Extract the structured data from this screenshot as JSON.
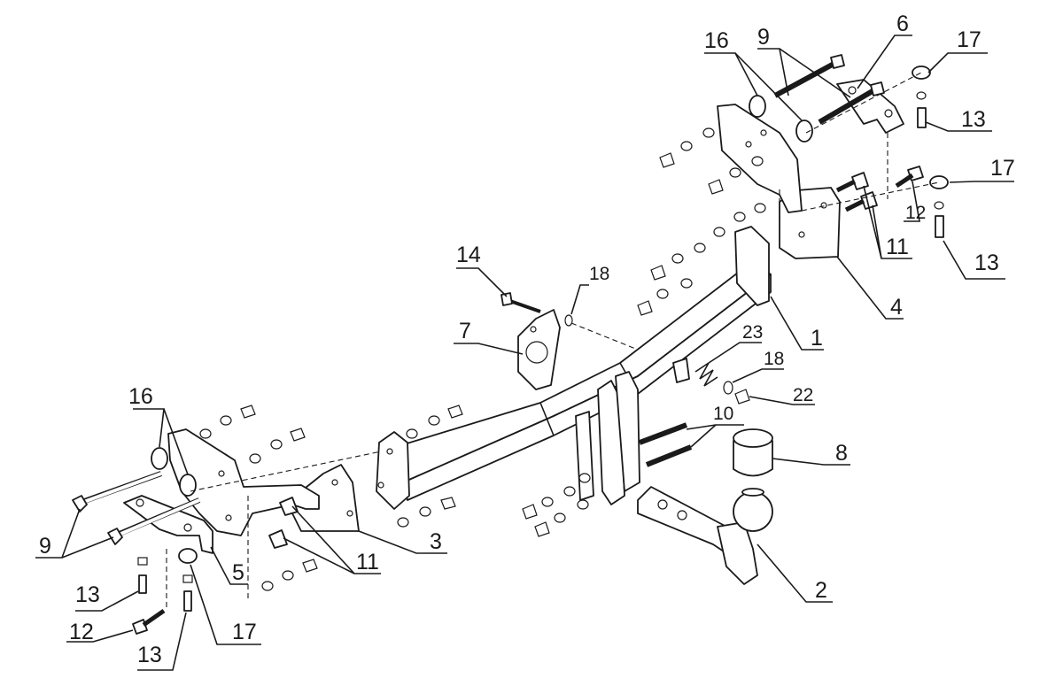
{
  "callouts": {
    "c1": "1",
    "c2": "2",
    "c3": "3",
    "c4": "4",
    "c5": "5",
    "c6": "6",
    "c7": "7",
    "c8": "8",
    "c9a": "9",
    "c9b": "9",
    "c10": "10",
    "c11a": "11",
    "c11b": "11",
    "c12a": "12",
    "c12b": "12",
    "c13a": "13",
    "c13b": "13",
    "c13c": "13",
    "c13d": "13",
    "c14": "14",
    "c16a": "16",
    "c16b": "16",
    "c17a": "17",
    "c17b": "17",
    "c17c": "17",
    "c18a": "18",
    "c18b": "18",
    "c22": "22",
    "c23": "23"
  }
}
